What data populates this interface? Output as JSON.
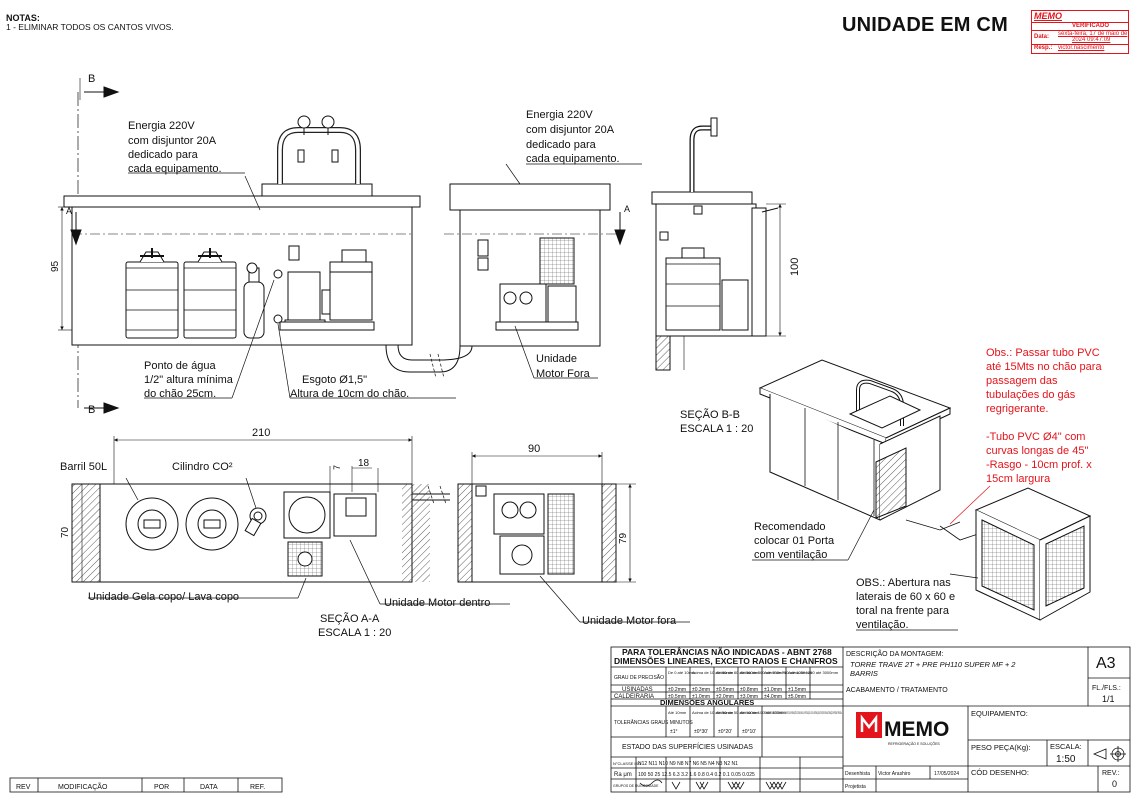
{
  "header": {
    "notes_title": "NOTAS:",
    "notes_item": "1 - ELIMINAR TODOS OS CANTOS VIVOS.",
    "main_title": "UNIDADE EM CM"
  },
  "stamp": {
    "brand": "MEMO",
    "verified": "VERIFICADO",
    "data_label": "Data:",
    "data_value_1": "sexta-feira, 17 de maio de",
    "data_value_2": "2024 09:47:09",
    "resp_label": "Resp.:",
    "resp_value": "victor.nascimento"
  },
  "front_view": {
    "section_mark": "B",
    "a_mark": "A",
    "energy_note": [
      "Energia 220V",
      "com disjuntor 20A",
      "dedicado para",
      "cada equipamento."
    ],
    "height_dim": "95",
    "water_note": [
      "Ponto de água",
      "1/2\" altura mínima",
      "do chão 25cm."
    ],
    "drain_note": [
      "Esgoto Ø1,5\"",
      "Altura de 10cm do chão."
    ]
  },
  "remote_front": {
    "energy_note": [
      "Energia 220V",
      "com disjuntor 20A",
      "dedicado para",
      "cada equipamento."
    ],
    "a_mark": "A",
    "unit_label": [
      "Unidade",
      "Motor Fora"
    ]
  },
  "side_view": {
    "height_dim": "100",
    "section_title": "SEÇÃO B-B",
    "scale": "ESCALA 1 : 20"
  },
  "plan_view": {
    "width_dim": "210",
    "dim_7": "7",
    "dim_18": "18",
    "depth_dim": "70",
    "barrel_label": "Barril 50L",
    "cylinder_label": "Cilindro CO²",
    "ice_unit_label": "Unidade Gela copo/ Lava copo",
    "motor_in_label": "Unidade Motor dentro",
    "section_title": "SEÇÃO A-A",
    "scale": "ESCALA 1 : 20"
  },
  "remote_plan": {
    "width_dim": "90",
    "depth_dim": "79",
    "motor_out_label": "Unidade Motor fora"
  },
  "iso_notes": {
    "red_note_1": [
      "Obs.: Passar tubo PVC",
      "até 15Mts no chão para",
      "passagem das",
      "tubulações do gás",
      "regrigerante."
    ],
    "red_note_2": [
      "-Tubo PVC Ø4\" com",
      "curvas longas de 45\"",
      "-Rasgo - 10cm prof. x",
      "15cm largura"
    ],
    "door_note": [
      "Recomendado",
      "colocar 01 Porta",
      "com ventilação"
    ],
    "opening_note": [
      "OBS.: Abertura nas",
      "laterais de 60 x 60 e",
      "toral na frente para",
      "ventilação."
    ]
  },
  "title_block": {
    "tol_title_1": "PARA TOLERÂNCIAS NÃO INDICADAS - ABNT 2768",
    "tol_title_2": "DIMENSÕES LINEARES, EXCETO RAIOS E CHANFROS",
    "precision_label": "GRAU DE PRECISÃO",
    "lin_headers": [
      "De 0 até 10mm",
      "Acima de 10 até 80mm",
      "Acima de 80 até 360mm",
      "Acima de 360 até 750mm",
      "Acima de 750 até 1250mm",
      "Acima de 1250 até 3000mm"
    ],
    "usinadas_label": "USINADAS",
    "usinadas_vals": [
      "±0.2mm",
      "±0.3mm",
      "±0.5mm",
      "±0.8mm",
      "±1.0mm",
      "±1.5mm"
    ],
    "caldeiraria_label": "CALDEIRARIA",
    "caldeiraria_vals": [
      "±0.5mm",
      "±1.0mm",
      "±2.0mm",
      "±3.0mm",
      "±4.0mm",
      "±5.0mm"
    ],
    "ang_title": "DIMENSÕES ANGULARES",
    "ang_label": "TOLERÂNCIAS GRAUS MINUTOS",
    "ang_headers": [
      "Até 10mm",
      "Acima de 10 até 50mm",
      "Acima de 50 até 100mm",
      "Acima de 100 até 400mm"
    ],
    "ang_vals": [
      "±1°",
      "±0°30'",
      "±0°20'",
      "±0°10'"
    ],
    "rights_note": "RESERVAMOS TODOS OS DIREITOS SOBRE ESTE DOCUMENTO E AS INFORMAÇÕES CONTIDAS NELE. A REPRODUÇÃO, USO OU DISTRIBUIÇÃO A TERCEIROS SEM AUTORIZAÇÃO EXPRESSA É PROIBIDA.",
    "surface_title": "ESTADO DAS SUPERFÍCIES USINADAS",
    "rough_head": "N°CLASSE ISO",
    "rough_classes": [
      "N12",
      "N11",
      "N10",
      "N9",
      "N8",
      "N7",
      "N6",
      "N5",
      "N4",
      "N3",
      "N2",
      "N1"
    ],
    "ra_label": "Ra μm",
    "ra_vals": [
      "100",
      "50",
      "25",
      "12.5",
      "6.3",
      "3.2",
      "1.6",
      "0.8",
      "0.4",
      "0.2",
      "0.1",
      "0.05",
      "0.025"
    ],
    "groups_label": "GRUPOS DE RUGOSIDADE",
    "desc_label": "DESCRIÇÃO DA MONTAGEM:",
    "desc_value": [
      "TORRE TRAVE 2T + PRE PH110 SUPER MF + 2",
      "BARRIS"
    ],
    "finish_label": "ACABAMENTO / TRATAMENTO",
    "sheet_size": "A3",
    "sheets_label": "FL./FLS.:",
    "sheets_value": "1/1",
    "equip_label": "EQUIPAMENTO:",
    "logo_text": "MEMO",
    "logo_sub": "REFRIGERAÇÃO E SOLUÇÕES",
    "weight_label": "PESO PEÇA(Kg):",
    "scale_label": "ESCALA:",
    "scale_value": "1:50",
    "drawn_label": "Desenhista",
    "drawn_by": "Victor Arashiro",
    "drawn_date": "17/05/2024",
    "project_label": "Projetista",
    "code_label": "CÓD DESENHO:",
    "rev_label": "REV.:",
    "rev_value": "0"
  },
  "revision_bar": [
    "REV",
    "MODIFICAÇÃO",
    "POR",
    "DATA",
    "REF."
  ]
}
